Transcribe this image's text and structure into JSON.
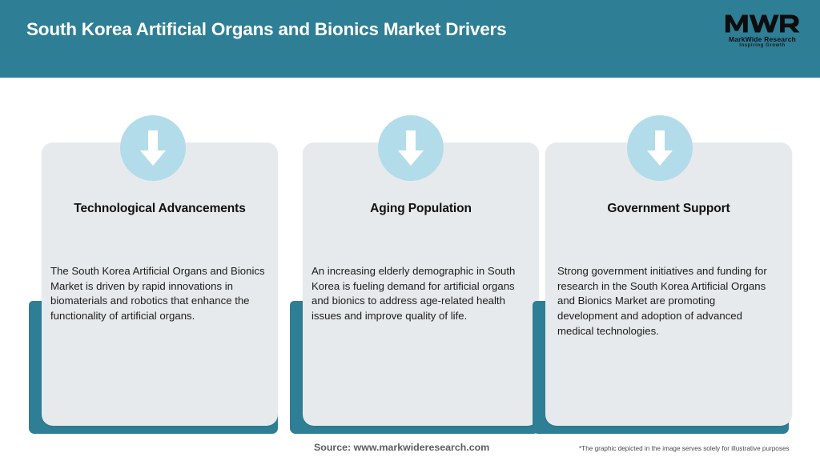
{
  "header": {
    "title": "South Korea Artificial Organs and Bionics Market Drivers",
    "background_color": "#2E7E96",
    "logo": {
      "mark_text": "MWR",
      "name": "MarkWide Research",
      "tagline": "Inspiring Growth"
    }
  },
  "cards": [
    {
      "icon": "arrow-down-icon",
      "title": "Technological Advancements",
      "text": "The South Korea Artificial Organs and Bionics Market is driven by rapid innovations in biomaterials and robotics that enhance the functionality of artificial organs."
    },
    {
      "icon": "arrow-down-icon",
      "title": "Aging Population",
      "text": "An increasing elderly demographic in South Korea is fueling demand for artificial organs and bionics to address age-related health issues and improve quality of life."
    },
    {
      "icon": "arrow-down-icon",
      "title": "Government Support",
      "text": "Strong government initiatives and funding for research in the South Korea Artificial Organs and Bionics Market are promoting development and adoption of advanced medical technologies."
    }
  ],
  "footer": {
    "source": "Source: www.markwideresearch.com",
    "disclaimer": "*The graphic depicted in the image serves solely for illustrative purposes"
  },
  "colors": {
    "teal": "#2E7E96",
    "card_grey": "#e7eaec",
    "icon_blue": "#b2dcea",
    "white": "#ffffff"
  }
}
